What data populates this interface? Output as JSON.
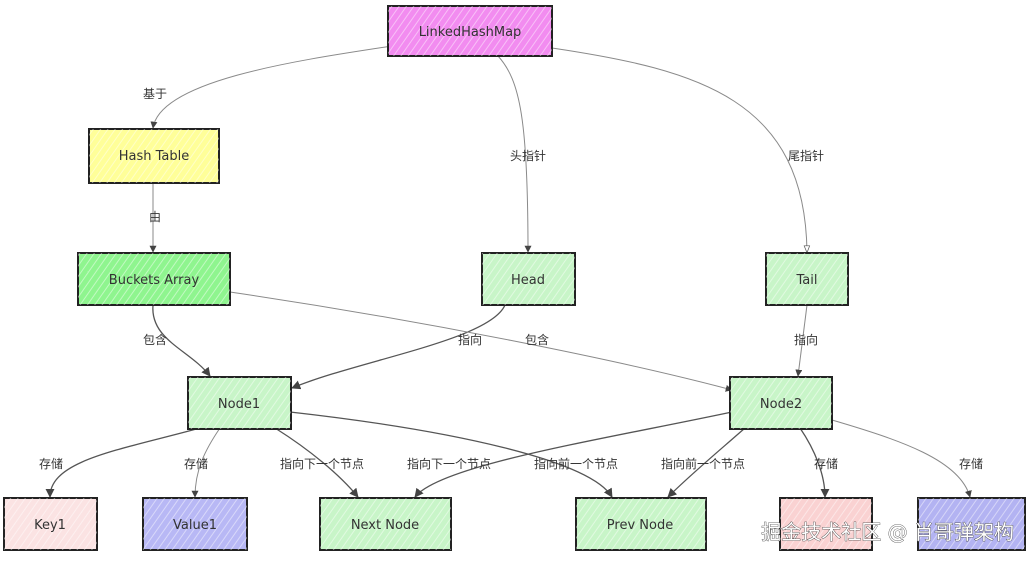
{
  "nodes": {
    "linkedhashmap": {
      "label": "LinkedHashMap",
      "fill": "#f28cf0"
    },
    "hash_table": {
      "label": "Hash Table",
      "fill": "#ffff99"
    },
    "buckets_array": {
      "label": "Buckets Array",
      "fill": "#8ff58f"
    },
    "head": {
      "label": "Head",
      "fill": "#c8f5c8"
    },
    "tail": {
      "label": "Tail",
      "fill": "#c8f5c8"
    },
    "node1": {
      "label": "Node1",
      "fill": "#c8f5c8"
    },
    "node2": {
      "label": "Node2",
      "fill": "#c8f5c8"
    },
    "key1": {
      "label": "Key1",
      "fill": "#fbe3e3"
    },
    "value1": {
      "label": "Value1",
      "fill": "#b8b8f5"
    },
    "next_node": {
      "label": "Next Node",
      "fill": "#c8f5c8"
    },
    "prev_node": {
      "label": "Prev Node",
      "fill": "#c8f5c8"
    },
    "key2": {
      "label": "",
      "fill": "#fad2d2"
    },
    "value2": {
      "label": "",
      "fill": "#b3b3f2"
    }
  },
  "edges": {
    "based_on": "基于",
    "head_pointer": "头指针",
    "tail_pointer": "尾指针",
    "composed_of": "由",
    "contains_node1": "包含",
    "head_points": "指向",
    "contains_node2": "包含",
    "tail_points": "指向",
    "node1_stores_key": "存储",
    "node1_stores_value": "存储",
    "node1_next": "指向下一个节点",
    "node2_next": "指向下一个节点",
    "node1_prev": "指向前一个节点",
    "node2_prev": "指向前一个节点",
    "node2_stores_key": "存储",
    "node2_stores_value": "存储"
  },
  "watermark": "掘金技术社区 @ 肖哥弹架构"
}
